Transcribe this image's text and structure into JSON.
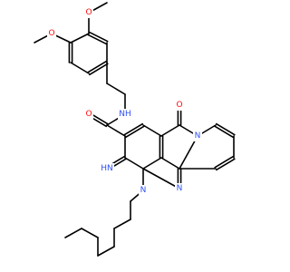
{
  "molecule": {
    "colors": {
      "bond": "#000000",
      "oxygen": "#ff0d0d",
      "nitrogen": "#3050f8",
      "background": "#ffffff"
    },
    "labels": {
      "methoxy_o_top": "O",
      "methoxy_o_left": "O",
      "amide_nh": "NH",
      "amide_o": "O",
      "imine_nh": "HN",
      "ring_n_alkyl": "N",
      "ring_n_fused": "N",
      "ring_n_bridge": "N",
      "ketone_o": "O"
    }
  }
}
